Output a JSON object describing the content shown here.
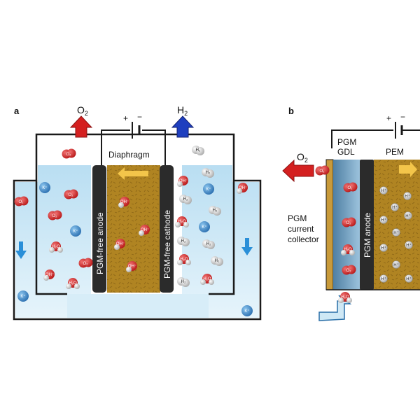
{
  "panels": {
    "a": {
      "label": "a",
      "o2_label": "O",
      "o2_sub": "2",
      "h2_label": "H",
      "h2_sub": "2",
      "battery_plus": "+",
      "battery_minus": "−",
      "diaphragm_label": "Diaphragm",
      "anode_label": "PGM-free anode",
      "cathode_label": "PGM-free cathode",
      "molecules": {
        "o2": "O₂",
        "kplus": "K⁺",
        "ohminus": "OH⁻",
        "h2o": "H₂O",
        "h2": "H₂"
      }
    },
    "b": {
      "label": "b",
      "o2_label": "O",
      "o2_sub": "2",
      "battery_plus": "+",
      "battery_minus": "−",
      "pgm_gdl_line1": "PGM",
      "pgm_gdl_line2": "GDL",
      "pem_label": "PEM",
      "collector_line1": "PGM",
      "collector_line2": "current",
      "collector_line3": "collector",
      "anode_label": "PGM anode",
      "molecules": {
        "o2": "O₂",
        "h2o": "H₂O",
        "hplus": "H⁺"
      }
    }
  },
  "colors": {
    "electrolyte": "#cfe8f5",
    "electrolyte_light": "#e3f2fa",
    "diaphragm": "#b08422",
    "electrode": "#2b2b2b",
    "o2_arrow": "#d42020",
    "h2_arrow": "#1f3fbf",
    "ion_arrow": "#f3c54a",
    "flow_arrow": "#2a8fd8",
    "oxygen_atom": "#d42a2a",
    "hydrogen_atom": "#c8c8c8",
    "potassium": "#3d8fd0"
  }
}
